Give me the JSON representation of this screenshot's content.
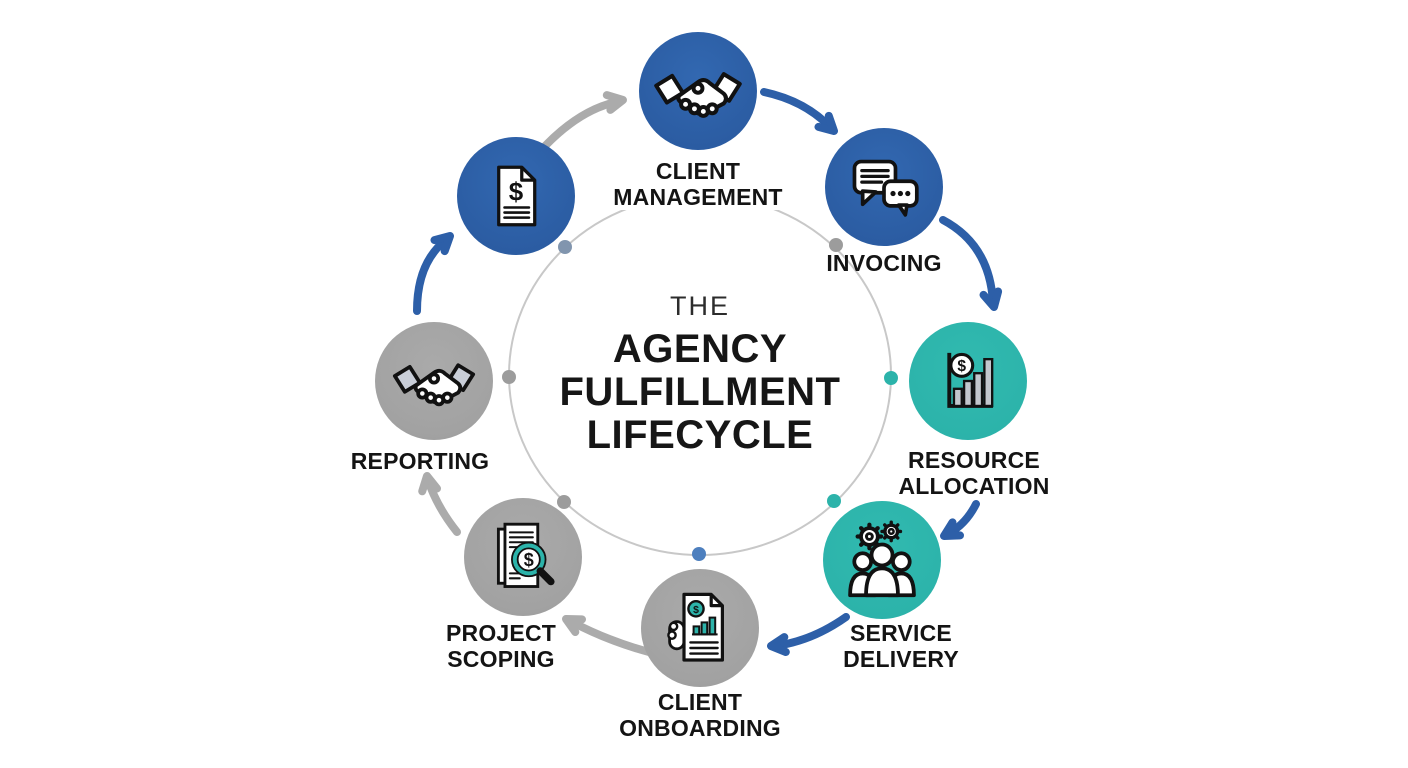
{
  "title": {
    "prefix": "THE",
    "main": "AGENCY\nFULFILLMENT\nLIFECYCLE"
  },
  "nodes": {
    "client_management": {
      "label": "CLIENT\nMANAGEMENT",
      "icon": "handshake-icon",
      "color": "#2e61a9"
    },
    "invoicing": {
      "label": "INVOCING",
      "icon": "chat-bubbles-icon",
      "color": "#2e61a9"
    },
    "resource_allocation": {
      "label": "RESOURCE\nALLOCATION",
      "icon": "bar-chart-money-icon",
      "color": "#2cb3aa"
    },
    "service_delivery": {
      "label": "SERVICE\nDELIVERY",
      "icon": "team-gears-icon",
      "color": "#2cb3aa"
    },
    "client_onboarding": {
      "label": "CLIENT\nONBOARDING",
      "icon": "financial-document-icon",
      "color": "#a3a3a3"
    },
    "project_scoping": {
      "label": "PROJECT\nSCOPING",
      "icon": "document-magnifier-icon",
      "color": "#a3a3a3"
    },
    "reporting": {
      "label": "REPORTING",
      "icon": "handshake-icon",
      "color": "#a3a3a3"
    },
    "billing_invoice": {
      "label": "",
      "icon": "dollar-invoice-icon",
      "color": "#2e61a9"
    }
  },
  "palette": {
    "node_blue": "#2e61a9",
    "node_teal": "#2cb3aa",
    "node_gray": "#a3a3a3",
    "arrow_blue": "#2d5fa8",
    "arrow_gray": "#ababab",
    "ring_gray": "#c8c8c8",
    "accent_teal": "#2cb3aa",
    "dot_slate": "#8195ae",
    "dot_blue": "#4d7fbe",
    "text": "#141414"
  }
}
